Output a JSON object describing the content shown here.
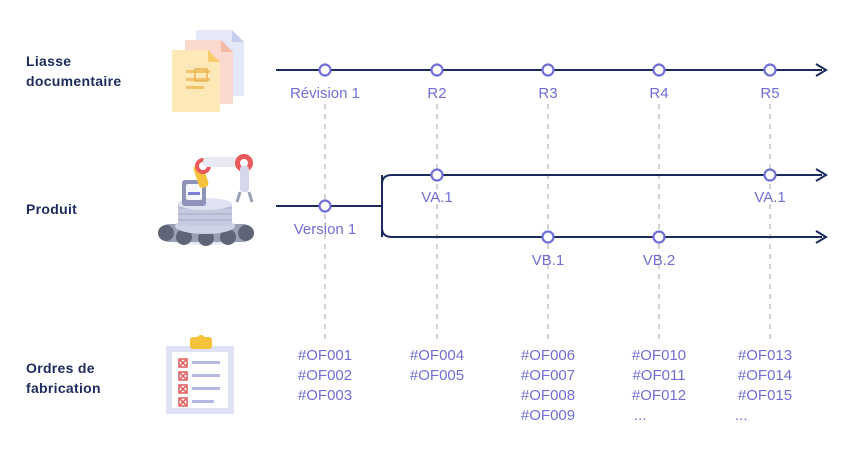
{
  "colors": {
    "line": "#1c2a5e",
    "accent": "#6f6fd6",
    "dashed": "#b5b5b5",
    "text": "#1c2a5e"
  },
  "rows": {
    "liasse": {
      "line1": "Liasse",
      "line2": "documentaire",
      "icon": "documents-stack-icon"
    },
    "produit": {
      "line1": "Produit",
      "icon": "robot-arm-icon"
    },
    "ordres": {
      "line1": "Ordres de",
      "line2": "fabrication",
      "icon": "clipboard-checklist-icon"
    }
  },
  "revisions": [
    "Révision 1",
    "R2",
    "R3",
    "R4",
    "R5"
  ],
  "versions": {
    "base": "Version 1",
    "branch_a": [
      "VA.1",
      "VA.1"
    ],
    "branch_b": [
      "VB.1",
      "VB.2"
    ]
  },
  "orders": [
    [
      "#OF001",
      "#OF002",
      "#OF003"
    ],
    [
      "#OF004",
      "#OF005"
    ],
    [
      "#OF006",
      "#OF007",
      "#OF008",
      "#OF009"
    ],
    [
      "#OF010",
      "#OF011",
      "#OF012",
      "..."
    ],
    [
      "#OF013",
      "#OF014",
      "#OF015",
      "..."
    ]
  ]
}
